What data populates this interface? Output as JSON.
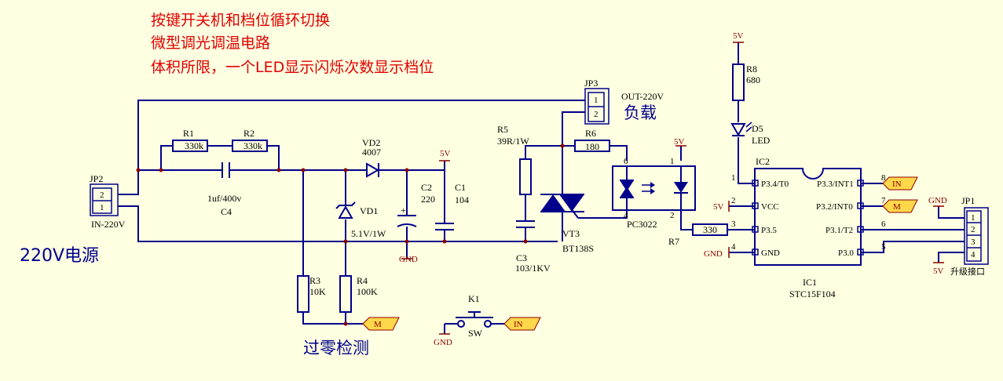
{
  "notes": [
    "按键开关机和档位循环切换",
    "微型调光调温电路",
    "体积所限，一个LED显示闪烁次数显示档位"
  ],
  "labels": {
    "power": "220V电源",
    "zero_cross": "过零检测",
    "load": "负载",
    "jp2": "JP2",
    "jp2_desc": "IN-220V",
    "jp2_p2": "2",
    "jp2_p1": "1",
    "jp3": "JP3",
    "jp3_desc": "OUT-220V",
    "jp3_p1": "1",
    "jp3_p2": "2",
    "r1": "R1",
    "r1_val": "330k",
    "r2": "R2",
    "r2_val": "330k",
    "c4": "C4",
    "c4_val": "1uf/400v",
    "vd2": "VD2",
    "vd2_val": "4007",
    "vd1": "VD1",
    "vd1_val": "5.1V/1W",
    "c2": "C2",
    "c2_val": "220",
    "c1": "C1",
    "c1_val": "104",
    "r5": "R5",
    "r5_val": "39R/1W",
    "r6": "R6",
    "r6_val": "180",
    "c3": "C3",
    "c3_val": "103/1KV",
    "vt3": "VT3",
    "vt3_val": "BT138S",
    "pc3022": "PC3022",
    "opto_p6": "6",
    "opto_p1": "1",
    "opto_p4": "4",
    "opto_p2": "2",
    "r7": "R7",
    "r7_val": "330",
    "r3": "R3",
    "r3_val": "10K",
    "r4": "R4",
    "r4_val": "100K",
    "k1": "K1",
    "sw": "SW",
    "r8": "R8",
    "r8_val": "680",
    "d5": "D5",
    "d5_val": "LED",
    "ic2": "IC2",
    "ic1": "IC1",
    "ic1_val": "STC15F104",
    "jp1": "JP1",
    "jp1_desc": "升级接口",
    "jp1_p1": "1",
    "jp1_p2": "2",
    "jp1_p3": "3",
    "jp1_p4": "4",
    "p34": "P3.4/T0",
    "vcc": "VCC",
    "p35": "P3.5",
    "gnd_pin": "GND",
    "p33": "P3.3/INT1",
    "p32": "P3.2/INT0",
    "p31": "P3.1/T2",
    "p30": "P3.0",
    "pin1": "1",
    "pin2": "2",
    "pin3": "3",
    "pin4": "4",
    "pin8": "8",
    "pin7": "7",
    "pin6": "6",
    "pin5": "5",
    "v5": "5V",
    "gnd": "GND"
  },
  "net_tags": {
    "in": "IN",
    "m": "M"
  },
  "colors": {
    "background": "#ffffe1",
    "wire": "#00008c",
    "power_symbol": "#8b0000",
    "note_text": "#e00000",
    "net_tag_fill": "#ffd74a"
  }
}
